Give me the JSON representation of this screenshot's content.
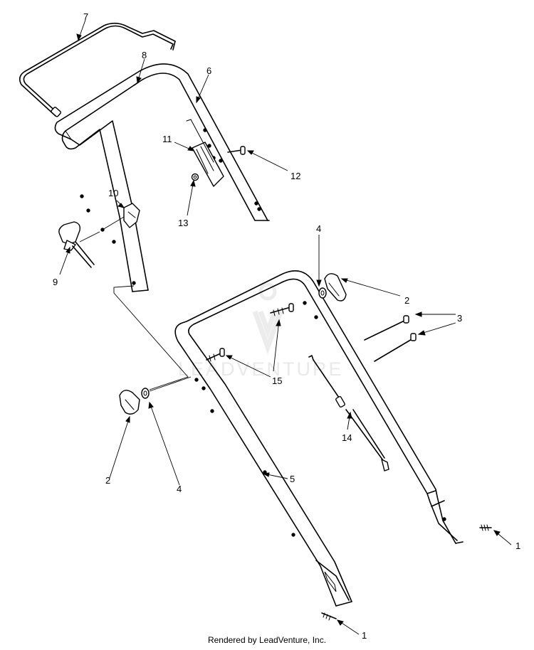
{
  "watermark": {
    "text": "LEADVENTURE"
  },
  "footer": {
    "text": "Rendered by LeadVenture, Inc."
  },
  "callouts": {
    "c1a": "1",
    "c1b": "1",
    "c2a": "2",
    "c2b": "2",
    "c3": "3",
    "c4a": "4",
    "c4b": "4",
    "c5": "5",
    "c6": "6",
    "c7": "7",
    "c8": "8",
    "c9": "9",
    "c10": "10",
    "c11": "11",
    "c12": "12",
    "c13": "13",
    "c14": "14",
    "c15": "15"
  }
}
